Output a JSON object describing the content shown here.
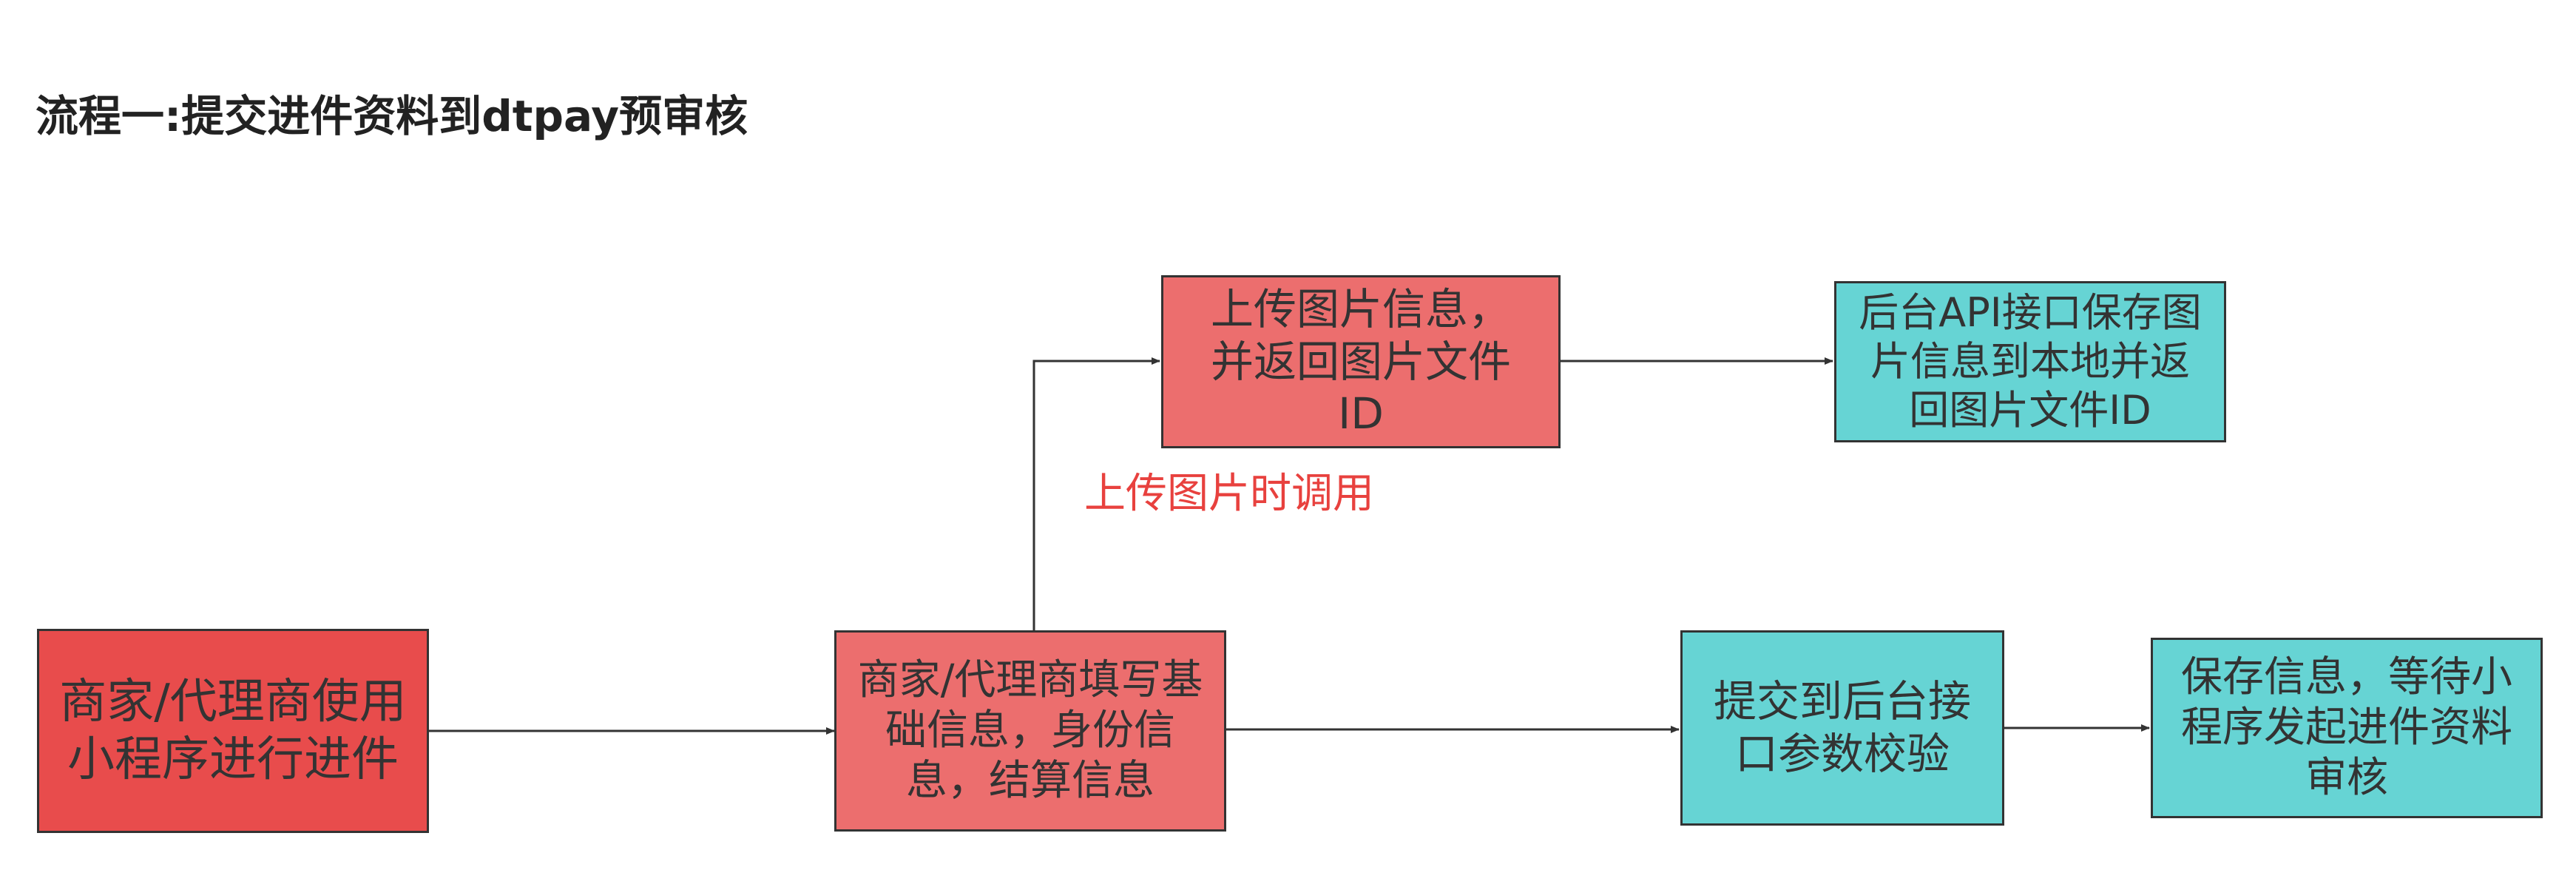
{
  "title": "流程一:提交进件资料到dtpay预审核",
  "nodes": {
    "start": "商家/代理商使用小程序进行进件",
    "fill_info": "商家/代理商填写基础信息，身份信息，结算信息",
    "upload": "上传图片信息，并返回图片文件ID",
    "api_save": "后台API接口保存图片信息到本地并返回图片文件ID",
    "submit": "提交到后台接口参数校验",
    "save_wait": "保存信息，等待小程序发起进件资料审核"
  },
  "edge_labels": {
    "upload_call": "上传图片时调用"
  },
  "colors": {
    "red_dark": "#e84c4c",
    "red_light": "#ec6e6e",
    "teal": "#66d4d4",
    "edge_label": "#e8413e",
    "stroke": "#333333"
  }
}
